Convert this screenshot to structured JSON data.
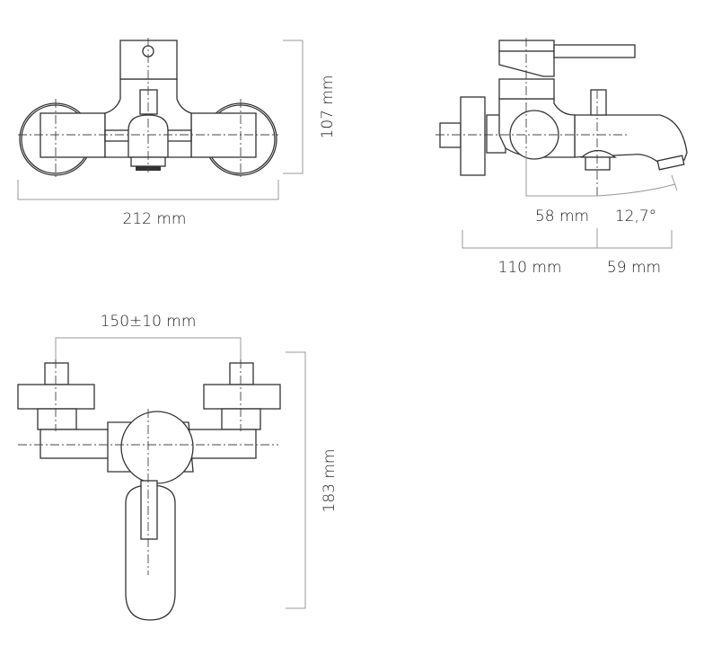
{
  "dimensions": {
    "front_width": "212 mm",
    "front_height": "107 mm",
    "spout_reach": "58 mm",
    "spout_angle": "12,7°",
    "side_depth": "110 mm",
    "spout_depth": "59 mm",
    "inlet_spacing": "150±10 mm",
    "top_height": "183 mm"
  }
}
